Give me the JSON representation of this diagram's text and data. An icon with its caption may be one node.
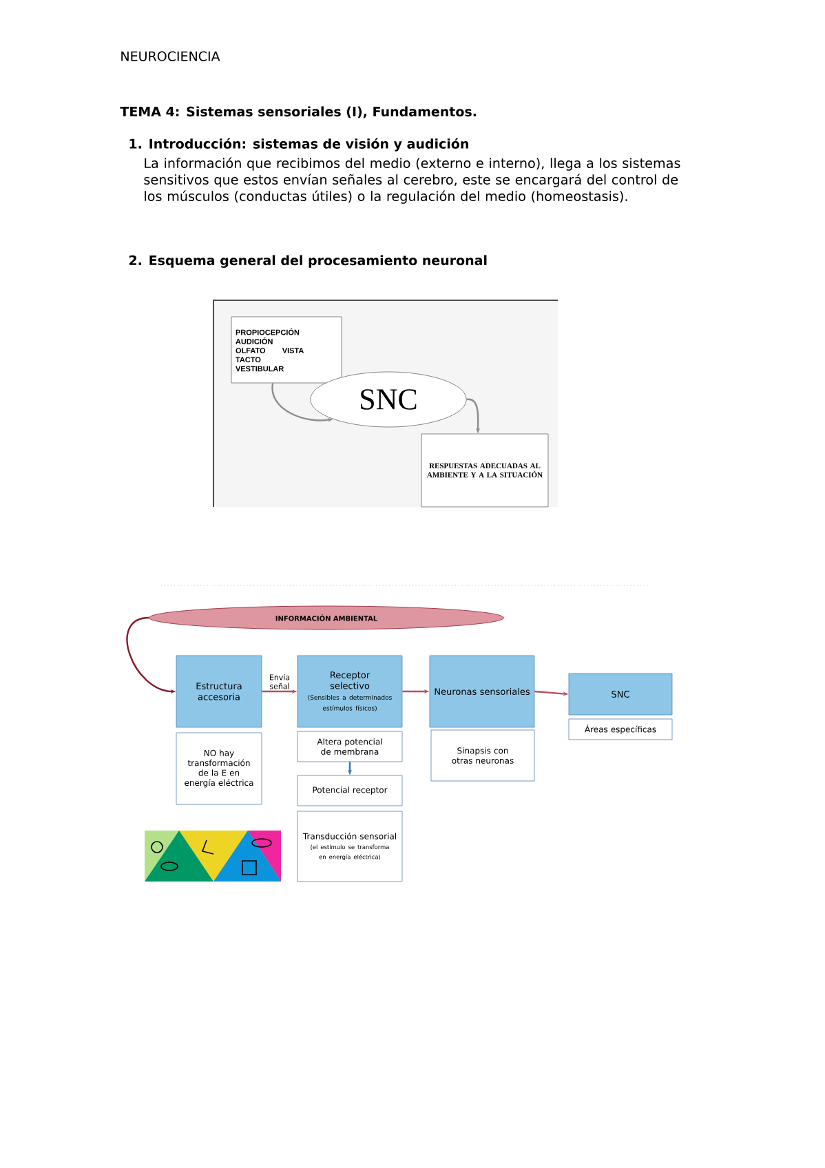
{
  "diagram": {
    "title": "NEUROCIENCIA",
    "labels": [
      "TEMA 4: Sistemas sensoriales (I), Fundamentos.",
      "1. Introducción: sistemas de visión y audición",
      "La información que recibimos del medio (externo e interno), llega a los sistemas sensitivos que estos envían señales al cerebro, este se encargará del control de los músculos (conductas útiles) o la regulación del medio (homeostasis).",
      "2. Esquema general del procesamiento neuronal"
    ],
    "nodes": [
      {
        "text": [
          "PROPIOCEPCIÓN",
          "AUDICIÓN",
          "OLFATO",
          "VISTA",
          "TACTO",
          "VESTIBULAR"
        ]
      },
      {
        "text": [
          "SNC"
        ]
      },
      {
        "text": [
          "RESPUESTAS ADECUADAS AL AMBIENTE Y A LA SITUACIÓN"
        ]
      },
      {
        "text": [
          "INFORMACIÓN AMBIENTAL"
        ]
      },
      {
        "text": [
          "Estructura accesoria"
        ]
      },
      {
        "text": [
          "NO hay transformación de la E en energía eléctrica"
        ]
      },
      {
        "text": [
          "Receptor",
          "selectivo",
          "(Sensibles a determinados estímulos físicos)"
        ]
      },
      {
        "text": [
          "Altera potencial de membrana"
        ]
      },
      {
        "text": [
          "Potencial receptor"
        ]
      },
      {
        "text": [
          "Transducción sensorial",
          "(el estímulo se transforma en energía eléctrica)"
        ]
      },
      {
        "text": [
          "Neuronas sensoriales"
        ]
      },
      {
        "text": [
          "Sinapsis con otras neuronas"
        ]
      },
      {
        "text": [
          "SNC"
        ]
      },
      {
        "text": [
          "Áreas específicas"
        ]
      }
    ],
    "edges": [
      {
        "from": 0,
        "to": 1,
        "arrow": "to",
        "color": "#8c8c8c"
      },
      {
        "from": 1,
        "to": 2,
        "arrow": "to",
        "color": "#8c8c8c"
      },
      {
        "from": 3,
        "to": 4,
        "arrow": "to",
        "color": "#8b1a2b"
      },
      {
        "from": 4,
        "to": 6,
        "arrow": "to",
        "label": "Envía señal"
      },
      {
        "from": 6,
        "to": 10,
        "arrow": "to"
      },
      {
        "from": 10,
        "to": 12,
        "arrow": "to"
      },
      {
        "from": 7,
        "to": 8,
        "arrow": "to",
        "color": "#2e75b6"
      }
    ]
  }
}
